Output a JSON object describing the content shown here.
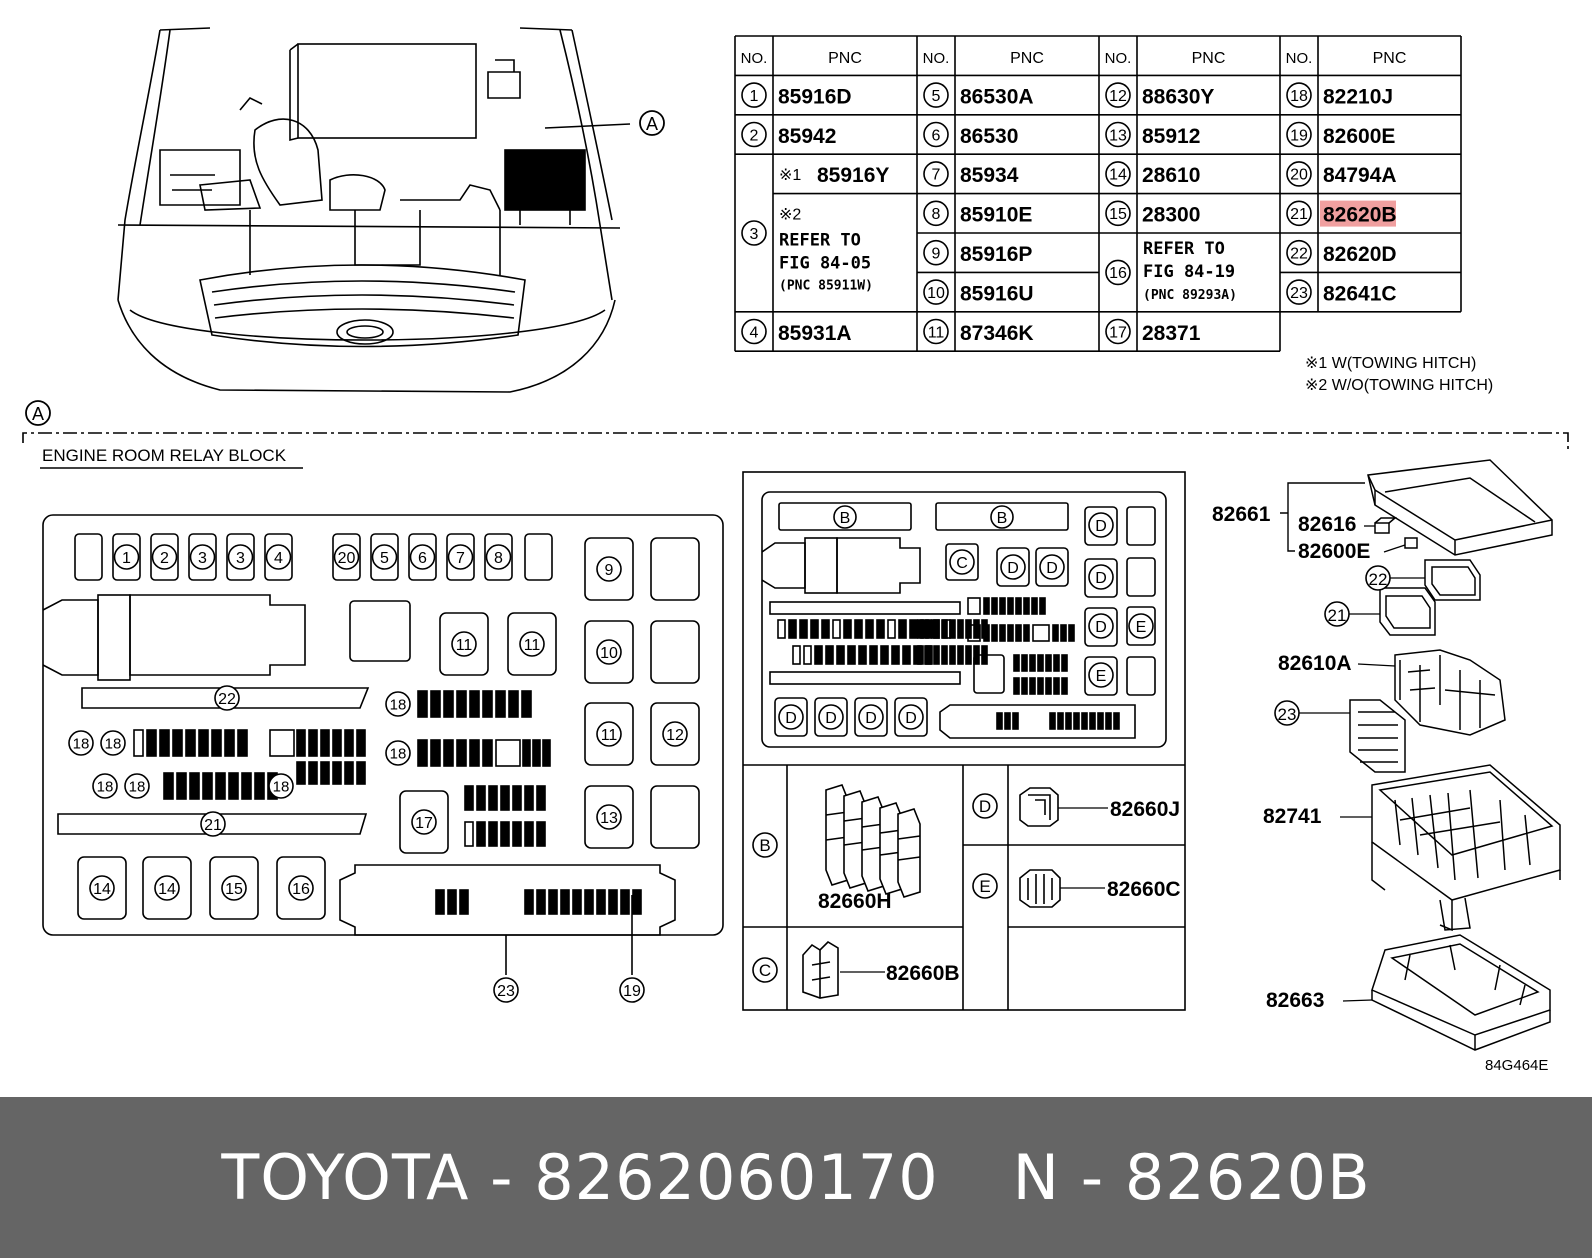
{
  "pnc_table": {
    "headers": {
      "no": "NO.",
      "pnc": "PNC"
    },
    "col1": [
      {
        "no": "1",
        "pnc": "85916D"
      },
      {
        "no": "2",
        "pnc": "85942"
      },
      {
        "no": "3",
        "mark1": "※1",
        "pnc1": "85916Y",
        "mark2": "※2",
        "refer_1": "REFER TO",
        "refer_2": "FIG 84-05",
        "refer_3": "(PNC 85911W)"
      },
      {
        "no": "4",
        "pnc": "85931A"
      }
    ],
    "col2": [
      {
        "no": "5",
        "pnc": "86530A"
      },
      {
        "no": "6",
        "pnc": "86530"
      },
      {
        "no": "7",
        "pnc": "85934"
      },
      {
        "no": "8",
        "pnc": "85910E"
      },
      {
        "no": "9",
        "pnc": "85916P"
      },
      {
        "no": "10",
        "pnc": "85916U"
      },
      {
        "no": "11",
        "pnc": "87346K"
      }
    ],
    "col3": [
      {
        "no": "12",
        "pnc": "88630Y"
      },
      {
        "no": "13",
        "pnc": "85912"
      },
      {
        "no": "14",
        "pnc": "28610"
      },
      {
        "no": "15",
        "pnc": "28300"
      },
      {
        "no": "16",
        "refer_1": "REFER TO",
        "refer_2": "FIG 84-19",
        "refer_3": "(PNC 89293A)"
      },
      {
        "no": "17",
        "pnc": "28371"
      }
    ],
    "col4": [
      {
        "no": "18",
        "pnc": "82210J"
      },
      {
        "no": "19",
        "pnc": "82600E"
      },
      {
        "no": "20",
        "pnc": "84794A"
      },
      {
        "no": "21",
        "pnc": "82620B",
        "highlight": "#f0a0a0"
      },
      {
        "no": "22",
        "pnc": "82620D"
      },
      {
        "no": "23",
        "pnc": "82641C"
      }
    ]
  },
  "notes": [
    "※1 W(TOWING HITCH)",
    "※2 W/O(TOWING HITCH)"
  ],
  "section_mark": "A",
  "section_title": "ENGINE ROOM RELAY BLOCK",
  "detail_labels": [
    "B",
    "C",
    "D",
    "E"
  ],
  "detail_parts": {
    "B": "82660H",
    "C": "82660B",
    "D": "82660J",
    "E": "82660C"
  },
  "exploded_parts": [
    "82661",
    "82616",
    "82600E",
    "82610A",
    "82741",
    "82663"
  ],
  "fig_code": "84G464E",
  "footer": {
    "left": "TOYOTA - 8262060170",
    "right": "N - 82620B"
  }
}
